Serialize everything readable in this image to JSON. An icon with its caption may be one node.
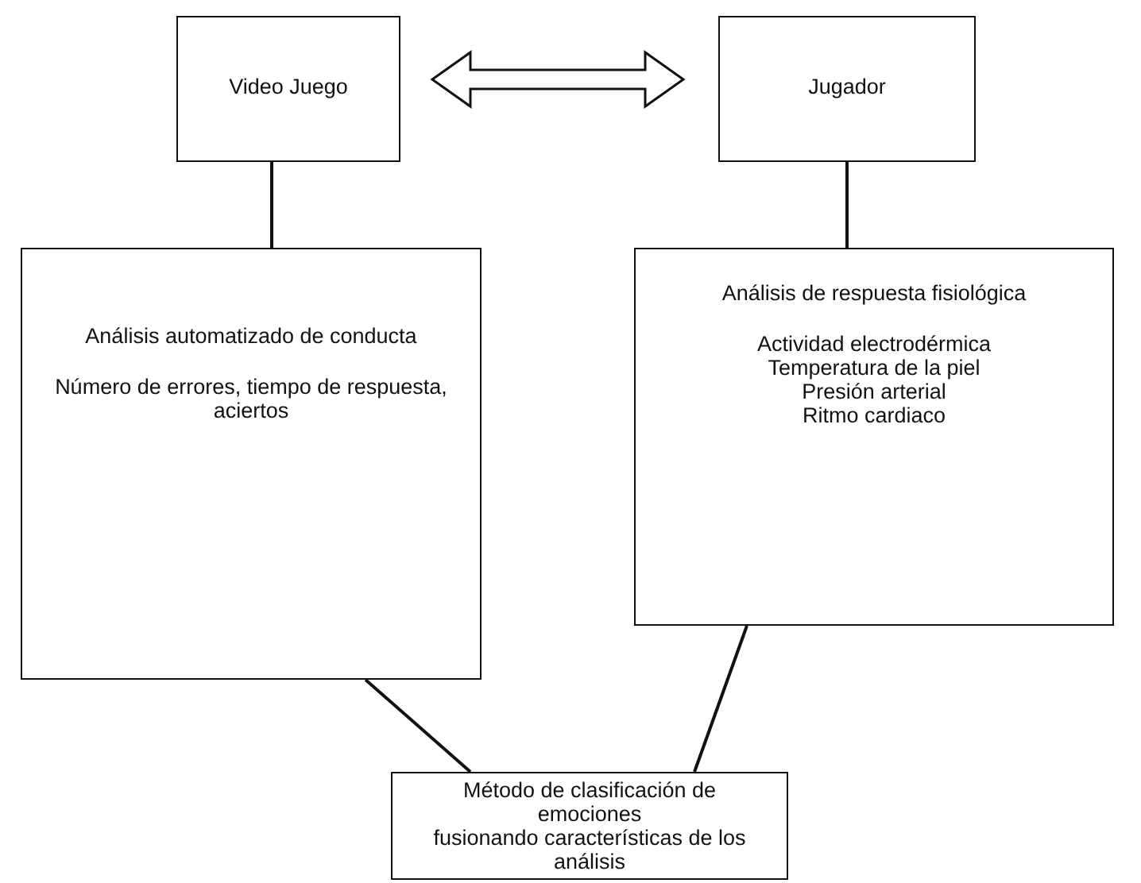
{
  "diagram": {
    "nodes": [
      {
        "text": [
          "Video Juego"
        ]
      },
      {
        "text": [
          "Jugador"
        ]
      },
      {
        "text": [
          "Análisis automatizado de conducta",
          "Número de errores, tiempo de respuesta, aciertos"
        ]
      },
      {
        "text": [
          "Análisis de respuesta fisiológica",
          "Actividad electrodérmica",
          "Temperatura de la piel",
          "Presión arterial",
          "Ritmo cardiaco"
        ]
      },
      {
        "text": [
          "Método de clasificación de emociones",
          "fusionando características de los análisis"
        ]
      }
    ],
    "edges": [
      {
        "from": 0,
        "to": 1,
        "arrow": "both",
        "style": "thick"
      },
      {
        "from": 0,
        "to": 2,
        "arrow": "none"
      },
      {
        "from": 1,
        "to": 3,
        "arrow": "none"
      },
      {
        "from": 2,
        "to": 4,
        "arrow": "none"
      },
      {
        "from": 3,
        "to": 4,
        "arrow": "none"
      }
    ]
  }
}
